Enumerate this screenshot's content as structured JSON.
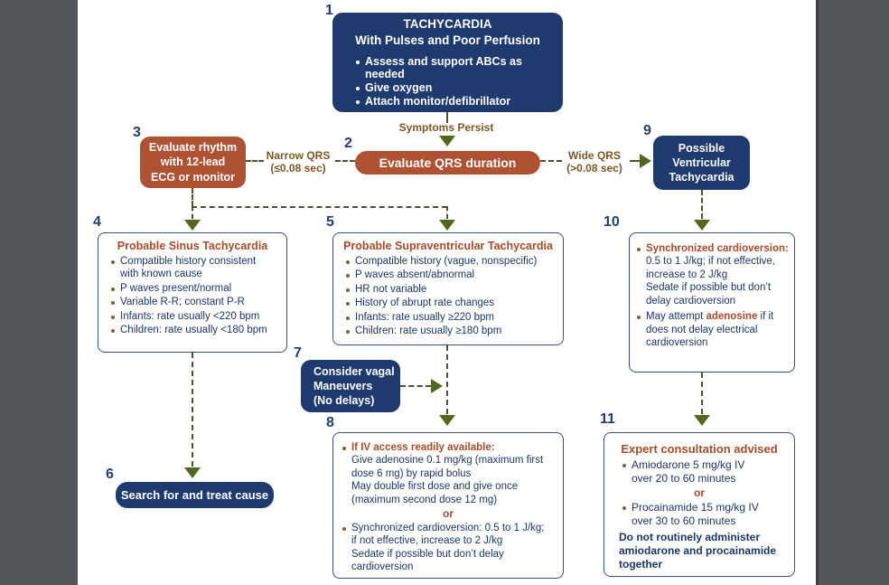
{
  "colors": {
    "navy_fill": "#1e3a6e",
    "rust_fill": "#ae5233",
    "rust_text": "#a64c28",
    "navy_text": "#1c3667",
    "brown_label": "#7c5726",
    "olive_arrow": "#50691c",
    "gray_sidebar": "#53565a"
  },
  "nodes": {
    "n1": {
      "number": "1",
      "title_line1": "TACHYCARDIA",
      "title_line2": "With Pulses and Poor Perfusion",
      "bullets": [
        "Assess and support ABCs as needed",
        "Give oxygen",
        "Attach monitor/defibrillator"
      ]
    },
    "symptoms_persist": {
      "label": "Symptoms Persist"
    },
    "n2": {
      "number": "2",
      "label": "Evaluate QRS duration"
    },
    "n3": {
      "number": "3",
      "lines": "Evaluate rhythm\nwith 12-lead\nECG or monitor"
    },
    "narrow_qrs": {
      "label": "Narrow QRS\n(≤0.08 sec)"
    },
    "wide_qrs": {
      "label": "Wide QRS\n(>0.08 sec)"
    },
    "n9": {
      "number": "9",
      "lines": "Possible\nVentricular\nTachycardia"
    },
    "n4": {
      "number": "4",
      "title": "Probable Sinus Tachycardia",
      "bullets": [
        "Compatible history consistent\nwith known cause",
        "P waves present/normal",
        "Variable R-R; constant P-R",
        "Infants: rate usually <220 bpm",
        "Children: rate usually <180 bpm"
      ]
    },
    "n5": {
      "number": "5",
      "title": "Probable Supraventricular Tachycardia",
      "bullets": [
        "Compatible history (vague, nonspecific)",
        "P waves absent/abnormal",
        "HR not variable",
        "History of abrupt rate changes",
        "Infants: rate usually ≥220 bpm",
        "Children: rate usually ≥180 bpm"
      ]
    },
    "n10": {
      "number": "10",
      "bullet1_lead": "Synchronized cardioversion:",
      "bullet1_rest": "\n0.5 to 1 J/kg; if not effective,\nincrease to 2 J/kg\nSedate if possible but don’t\ndelay cardioversion",
      "bullet2_pre": "May attempt ",
      "bullet2_drug": "adenosine",
      "bullet2_post": " if it\ndoes not delay electrical\ncardioversion"
    },
    "n7": {
      "number": "7",
      "lines": "Consider vagal\nManeuvers\n(No delays)"
    },
    "n8": {
      "number": "8",
      "bullet1_lead": "If IV access readily available:",
      "bullet1_rest": "\nGive adenosine 0.1 mg/kg (maximum first\ndose 6 mg) by rapid bolus\nMay double first dose and give once\n(maximum second dose 12 mg)",
      "or": "or",
      "bullet2": "Synchronized cardioversion: 0.5 to 1 J/kg;\nif not effective, increase to 2 J/kg\nSedate if possible but don’t delay\ncardioversion"
    },
    "n6": {
      "number": "6",
      "label": "Search for and treat cause"
    },
    "n11": {
      "number": "11",
      "title": "Expert consultation advised",
      "bullet1": "Amiodarone 5 mg/kg IV\nover 20 to 60 minutes",
      "or": "or",
      "bullet2": "Procainamide 15 mg/kg IV\nover 30 to 60 minutes",
      "note": "Do not routinely administer\namiodarone and procainamide\ntogether"
    }
  }
}
